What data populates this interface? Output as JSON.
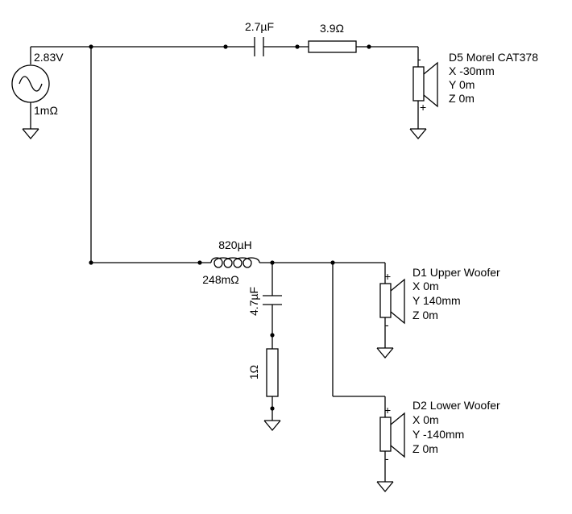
{
  "source": {
    "voltage": "2.83V",
    "resistance": "1mΩ"
  },
  "tweeter_branch": {
    "capacitor": "2.7µF",
    "resistor": "3.9Ω"
  },
  "woofer_branch": {
    "inductor": "820µH",
    "inductor_resistance": "248mΩ",
    "capacitor": "4.7µF",
    "resistor": "1Ω"
  },
  "drivers": [
    {
      "name": "D5 Morel CAT378",
      "x": "X -30mm",
      "y": "Y 0m",
      "z": "Z 0m",
      "top_pol": "-",
      "bottom_pol": "+"
    },
    {
      "name": "D1 Upper Woofer",
      "x": "X 0m",
      "y": "Y 140mm",
      "z": "Z 0m",
      "top_pol": "+",
      "bottom_pol": "-"
    },
    {
      "name": "D2 Lower Woofer",
      "x": "X 0m",
      "y": "Y -140mm",
      "z": "Z 0m",
      "top_pol": "+",
      "bottom_pol": "-"
    }
  ]
}
